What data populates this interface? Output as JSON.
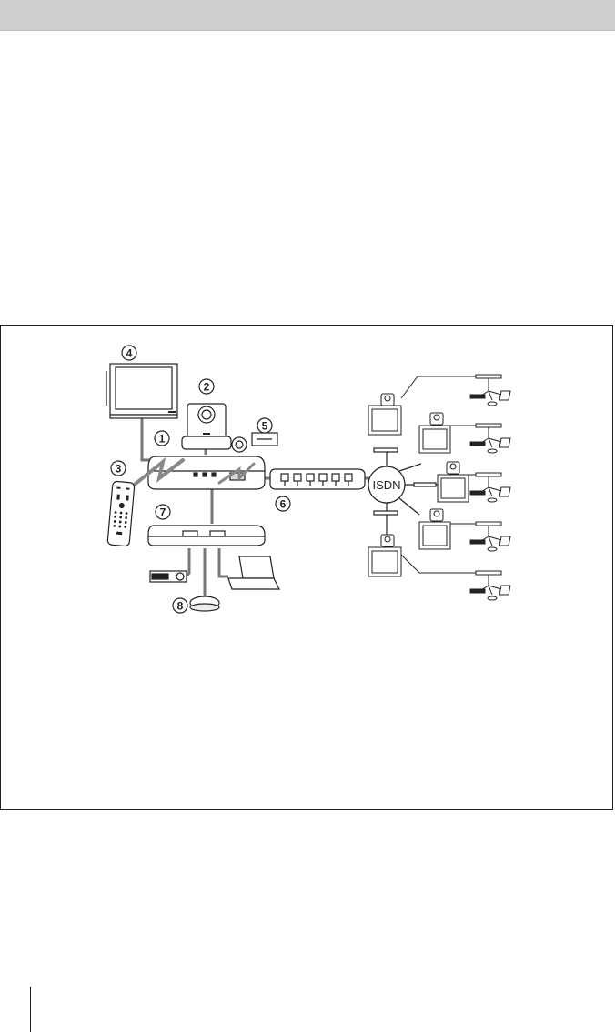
{
  "diagram": {
    "callouts": [
      "1",
      "2",
      "3",
      "4",
      "5",
      "6",
      "7",
      "8"
    ],
    "network_label": "ISDN"
  }
}
